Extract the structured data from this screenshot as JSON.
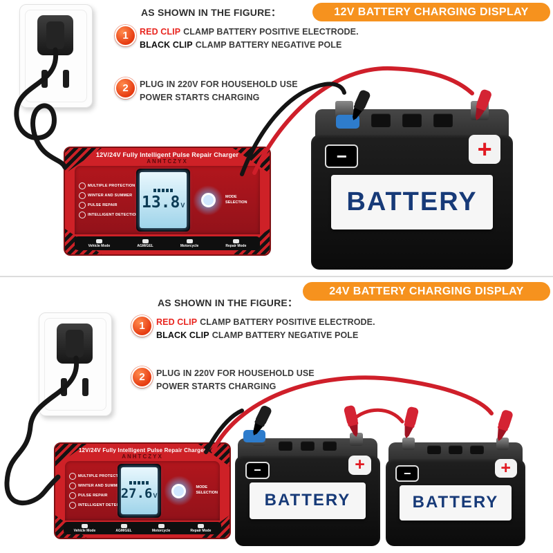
{
  "symbols": {
    "minus": "−",
    "plus": "+"
  },
  "sections": [
    {
      "banner": "12V BATTERY CHARGING DISPLAY",
      "intro": "AS SHOWN IN THE FIGURE：",
      "steps": [
        {
          "num": "1",
          "lead_red": "RED CLIP",
          "after_red": "CLAMP BATTERY POSITIVE ELECTRODE.",
          "lead_black": "BLACK CLIP",
          "after_black": "CLAMP BATTERY NEGATIVE POLE"
        },
        {
          "num": "2",
          "line1": "PLUG IN 220V FOR HOUSEHOLD USE",
          "line2": "POWER STARTS CHARGING"
        }
      ],
      "charger": {
        "title": "12V/24V Fully Intelligent Pulse Repair Charger",
        "brand": "ANHTCZYX",
        "display_value": "13.8",
        "display_unit": "V",
        "features": [
          "MULTIPLE PROTECTION",
          "WINTER AND SUMMER",
          "PULSE REPAIR",
          "INTELLIGENT DETECTION"
        ],
        "mode_label": "MODE SELECTION",
        "modes": [
          "Vehicle Mode",
          "AGM/GEL",
          "Motorcycle",
          "Repair Mode"
        ]
      },
      "batteries": [
        "BATTERY"
      ]
    },
    {
      "banner": "24V BATTERY CHARGING DISPLAY",
      "intro": "AS SHOWN IN THE FIGURE：",
      "steps": [
        {
          "num": "1",
          "lead_red": "RED CLIP",
          "after_red": "CLAMP BATTERY POSITIVE ELECTRODE.",
          "lead_black": "BLACK CLIP",
          "after_black": "CLAMP BATTERY NEGATIVE POLE"
        },
        {
          "num": "2",
          "line1": "PLUG IN 220V FOR HOUSEHOLD USE",
          "line2": "POWER STARTS CHARGING"
        }
      ],
      "charger": {
        "title": "12V/24V Fully Intelligent Pulse Repair Charger",
        "brand": "ANHTCZYX",
        "display_value": "27.6",
        "display_unit": "V",
        "features": [
          "MULTIPLE PROTECTION",
          "WINTER AND SUMMER",
          "PULSE REPAIR",
          "INTELLIGENT DETECTION"
        ],
        "mode_label": "MODE SELECTION",
        "modes": [
          "Vehicle Mode",
          "AGM/GEL",
          "Motorcycle",
          "Repair Mode"
        ]
      },
      "batteries": [
        "BATTERY",
        "BATTERY"
      ]
    }
  ]
}
